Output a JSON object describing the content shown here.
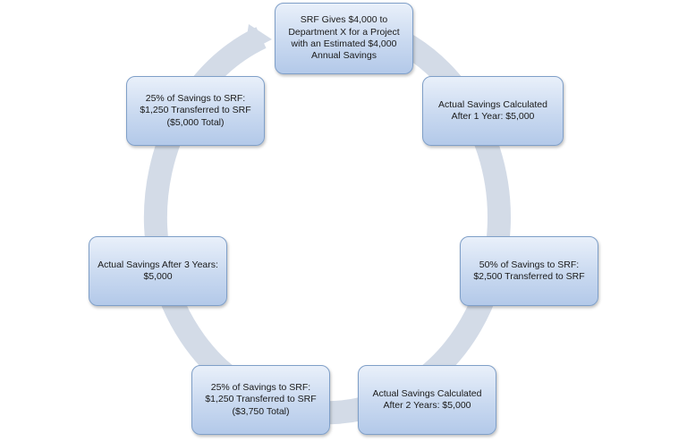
{
  "colors": {
    "box_fill_top": "#e9f0fa",
    "box_fill_bottom": "#b3c9e9",
    "box_border": "#7f9fc8",
    "ring": "#d3dbe7",
    "text": "#1a1a1a"
  },
  "steps": [
    {
      "text": "SRF Gives $4,000 to\nDepartment X for a Project\nwith an Estimated $4,000\nAnnual Savings"
    },
    {
      "text": "Actual Savings Calculated\nAfter 1 Year: $5,000"
    },
    {
      "text": "50% of Savings to SRF:\n$2,500 Transferred to SRF"
    },
    {
      "text": "Actual Savings Calculated\nAfter 2 Years: $5,000"
    },
    {
      "text": "25% of Savings to SRF:\n$1,250 Transferred to SRF\n($3,750 Total)"
    },
    {
      "text": "Actual Savings After 3 Years:\n$5,000"
    },
    {
      "text": "25% of Savings to SRF:\n$1,250 Transferred to SRF\n($5,000 Total)"
    }
  ]
}
